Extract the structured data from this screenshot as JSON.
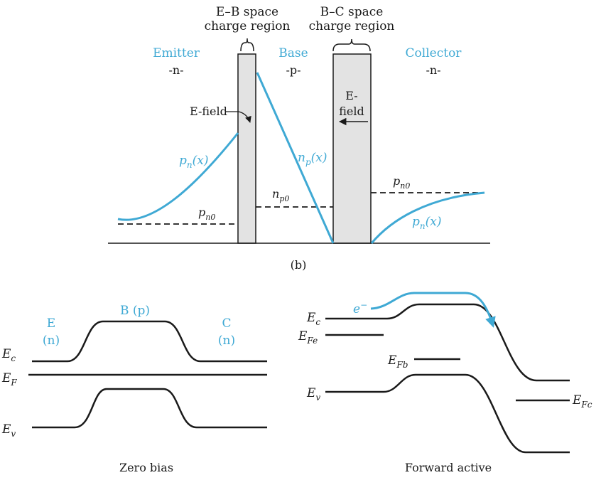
{
  "colors": {
    "accent": "#3fa9d4",
    "ink": "#1a1a1a",
    "region_fill": "#e3e3e3"
  },
  "top_panel": {
    "eb_region_label_1": "E–B space",
    "eb_region_label_2": "charge region",
    "bc_region_label_1": "B–C space",
    "bc_region_label_2": "charge region",
    "emitter_name": "Emitter",
    "emitter_type": "-n-",
    "base_name": "Base",
    "base_type": "-p-",
    "collector_name": "Collector",
    "collector_type": "-n-",
    "efield_left_label": "E-field",
    "efield_right_label_1": "E-",
    "efield_right_label_2": "field",
    "pn_x_left": {
      "main": "p",
      "sub": "n",
      "tail": "(x)"
    },
    "np_x": {
      "main": "n",
      "sub": "p",
      "tail": "(x)"
    },
    "np0": {
      "main": "n",
      "sub": "p0"
    },
    "pn0_left": {
      "main": "p",
      "sub": "n0"
    },
    "pn0_right": {
      "main": "p",
      "sub": "n0"
    },
    "pn_x_right": {
      "main": "p",
      "sub": "n",
      "tail": "(x)"
    },
    "caption": "(b)"
  },
  "zero_bias": {
    "e_label": "E",
    "e_type": "(n)",
    "b_label": "B (p)",
    "c_label": "C",
    "c_type": "(n)",
    "ec": {
      "main": "E",
      "sub": "c"
    },
    "ef": {
      "main": "E",
      "sub": "F"
    },
    "ev": {
      "main": "E",
      "sub": "v"
    },
    "caption": "Zero bias"
  },
  "forward_active": {
    "electron": {
      "main": "e",
      "sup": "−"
    },
    "ec": {
      "main": "E",
      "sub": "c"
    },
    "efe": {
      "main": "E",
      "sub": "Fe"
    },
    "efb": {
      "main": "E",
      "sub": "Fb"
    },
    "ev": {
      "main": "E",
      "sub": "v"
    },
    "efc": {
      "main": "E",
      "sub": "Fc"
    },
    "caption": "Forward active"
  }
}
